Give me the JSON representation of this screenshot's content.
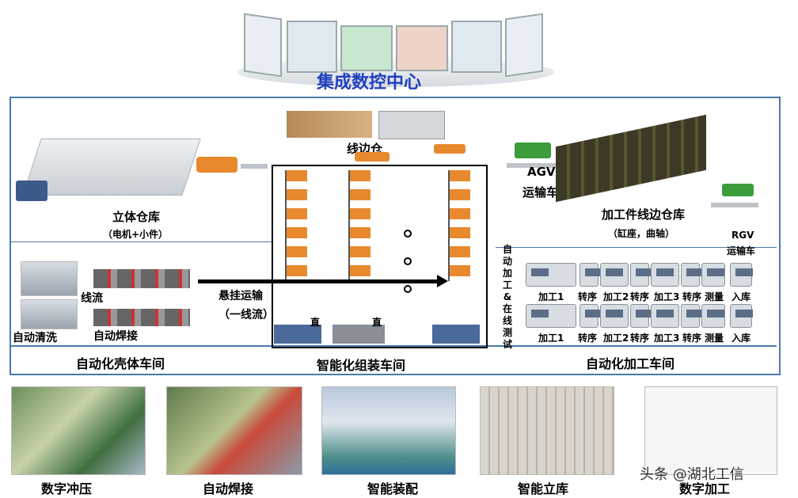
{
  "header": {
    "title": "集成数控中心"
  },
  "top_panel": {
    "stereo_warehouse": "立体仓库",
    "stereo_warehouse_sub": "（电机+小件）",
    "line_side_warehouse": "线边仓",
    "agv_line1": "AGV",
    "agv_line2": "运输车",
    "parts_warehouse": "加工件线边仓库",
    "parts_warehouse_sub": "（缸座，曲轴）",
    "rgv_line1": "RGV",
    "rgv_line2": "运输车"
  },
  "body_shop": {
    "line_flow": "线流",
    "auto_clean": "自动清洗",
    "auto_weld": "自动焊接",
    "title": "自动化壳体车间"
  },
  "assembly": {
    "conveyor_line1": "悬挂运输",
    "conveyor_line2": "（一线流）",
    "straight_1": "直",
    "straight_2": "直",
    "title": "智能化组装车间"
  },
  "machining": {
    "vertical_label": [
      "自",
      "动",
      "加",
      "工",
      "&",
      "在",
      "线",
      "测",
      "试"
    ],
    "row1": [
      "加工1",
      "转序",
      "加工2",
      "转序",
      "加工3",
      "转序",
      "测量",
      "入库"
    ],
    "row2": [
      "加工1",
      "转序",
      "加工2",
      "转序",
      "加工3",
      "转序",
      "测量",
      "入库"
    ],
    "title": "自动化加工车间"
  },
  "photos": [
    {
      "caption": "数字冲压"
    },
    {
      "caption": "自动焊接"
    },
    {
      "caption": "智能装配"
    },
    {
      "caption": "智能立库"
    },
    {
      "caption": "数字加工"
    }
  ],
  "watermark": "头条 @湖北工信",
  "colors": {
    "frame": "#4a79a8",
    "title_blue": "#1f3fbf",
    "agv_orange": "#e8892e"
  }
}
